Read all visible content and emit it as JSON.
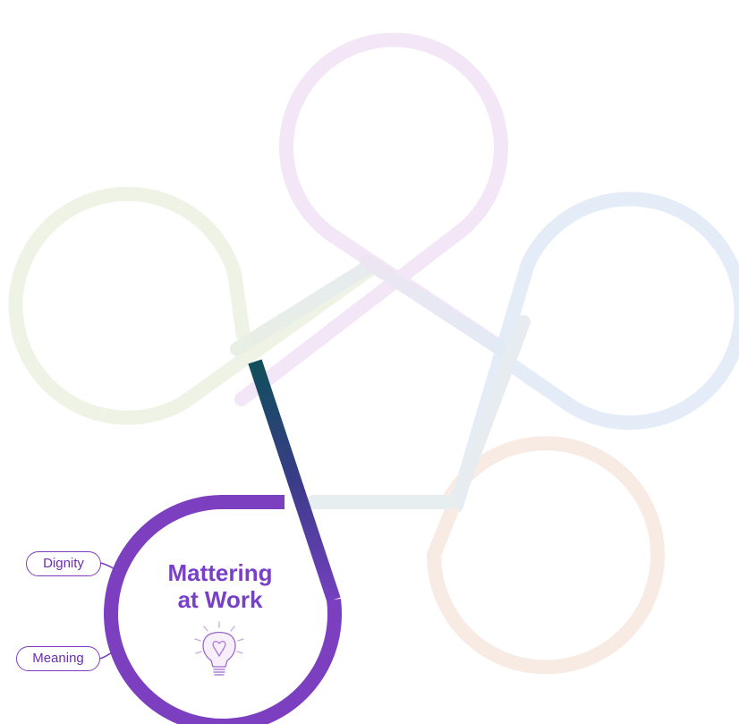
{
  "diagram": {
    "title_line1": "Mattering",
    "title_line2": "at Work",
    "tags": {
      "dignity": "Dignity",
      "meaning": "Meaning"
    },
    "icon": "lightbulb-heart-icon",
    "colors": {
      "active_loop": "#7b3fc0",
      "active_gradient_top": "#0f4f5a",
      "active_gradient_bottom": "#7440bf",
      "top_loop": "#f3e6f6",
      "left_loop": "#eef3e6",
      "right_loop": "#e4ecf8",
      "bottom_right_loop": "#f8ebe4",
      "connector": "#e5ecee",
      "title": "#7a3fc8"
    }
  }
}
